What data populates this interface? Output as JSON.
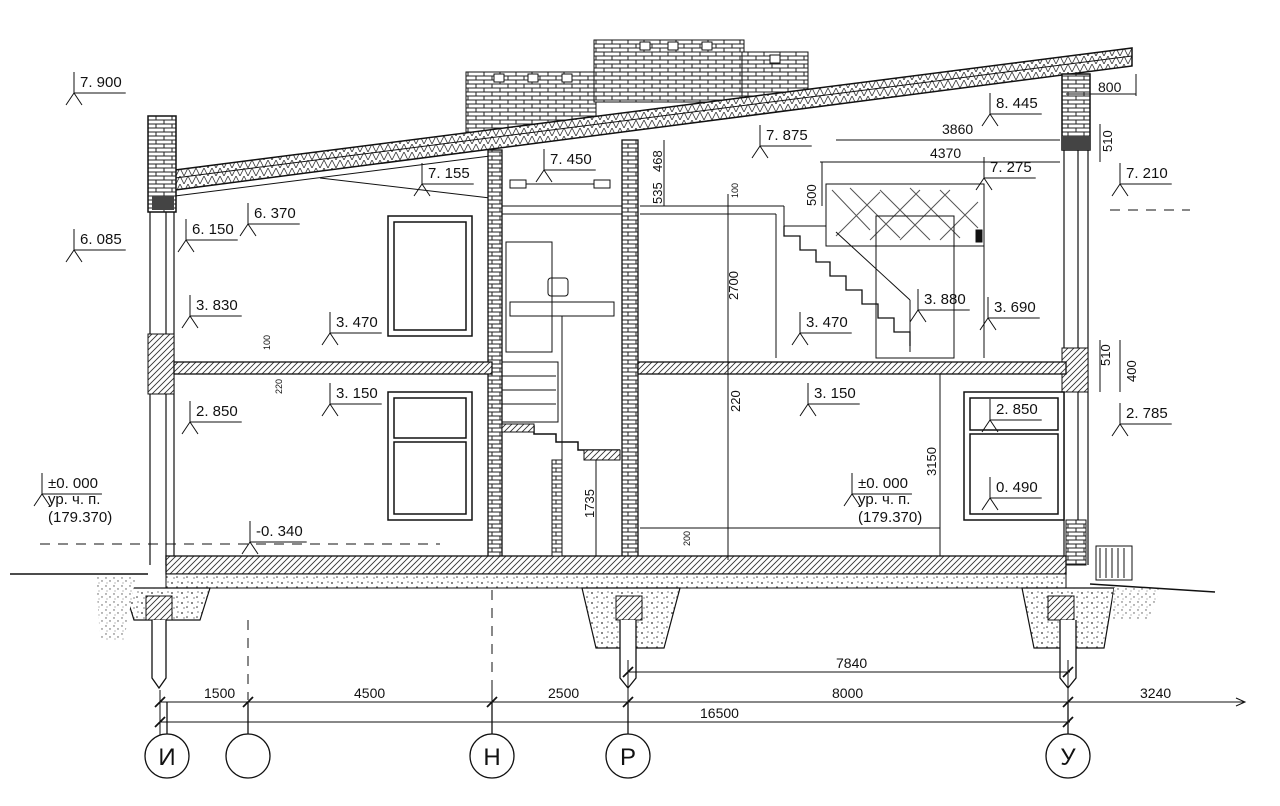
{
  "levels": {
    "l7900": "7. 900",
    "l6085": "6. 085",
    "l6150": "6. 150",
    "l6370": "6. 370",
    "l7155": "7. 155",
    "l7450": "7. 450",
    "l7875": "7. 875",
    "l8445": "8. 445",
    "l7275": "7. 275",
    "l7210": "7. 210",
    "l3830": "3. 830",
    "l3470a": "3. 470",
    "l3470b": "3. 470",
    "l3880": "3. 880",
    "l3690": "3. 690",
    "l3150a": "3. 150",
    "l3150b": "3. 150",
    "l2850a": "2. 850",
    "l2850b": "2. 850",
    "l2785": "2. 785",
    "l0490": "0. 490",
    "lm0340": "-0. 340",
    "zeroL": "±0. 000",
    "zeroR": "±0. 000",
    "absL1": "ур. ч. п.",
    "absL2": "(179.370)",
    "absR1": "ур. ч. п.",
    "absR2": "(179.370)"
  },
  "dims": {
    "d800": "800",
    "d3860": "3860",
    "d4370": "4370",
    "d510a": "510",
    "d510b": "510",
    "d400": "400",
    "d535": "535",
    "d468": "468",
    "d500": "500",
    "d100a": "100",
    "d100b": "100",
    "d220a": "220",
    "d220b": "220",
    "d2700": "2700",
    "d3150": "3150",
    "d1735": "1735",
    "d200": "200",
    "d7840": "7840",
    "d1500": "1500",
    "d4500": "4500",
    "d2500": "2500",
    "d8000": "8000",
    "d3240": "3240",
    "d16500": "16500"
  },
  "axes": {
    "a1": "И",
    "a2": "",
    "a3": "Н",
    "a4": "Р",
    "a5": "У"
  },
  "colors": {
    "line": "#111111",
    "hatch": "#444444",
    "background": "#ffffff"
  }
}
